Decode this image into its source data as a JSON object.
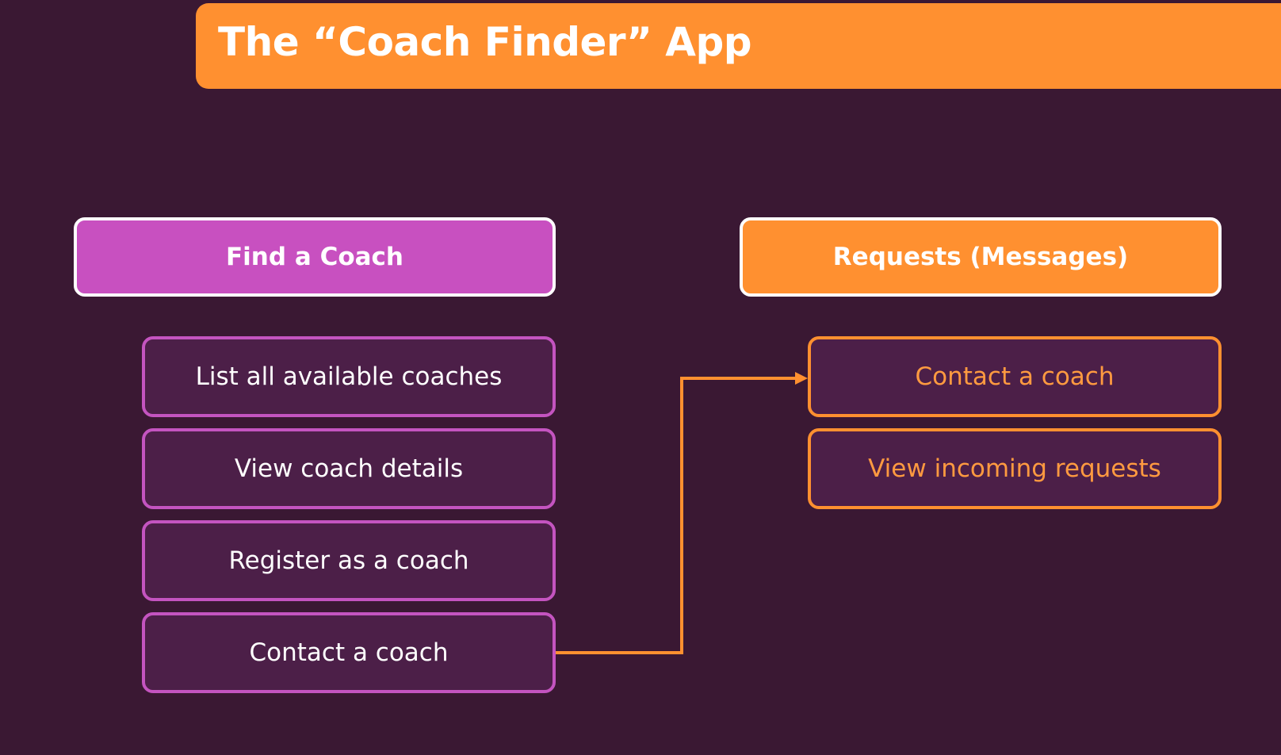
{
  "title": "The “Coach Finder” App",
  "colors": {
    "background": "#3a1833",
    "accent_orange": "#ff9030",
    "accent_purple": "#c850c0",
    "item_fill": "#4c1f48"
  },
  "find_section": {
    "header": "Find a Coach",
    "items": [
      "List all available coaches",
      "View coach details",
      "Register as a coach",
      "Contact a coach"
    ]
  },
  "requests_section": {
    "header": "Requests (Messages)",
    "items": [
      "Contact a coach",
      "View incoming requests"
    ]
  },
  "connections": [
    {
      "from": "Find a Coach / Contact a coach",
      "to": "Requests (Messages) / Contact a coach"
    }
  ]
}
